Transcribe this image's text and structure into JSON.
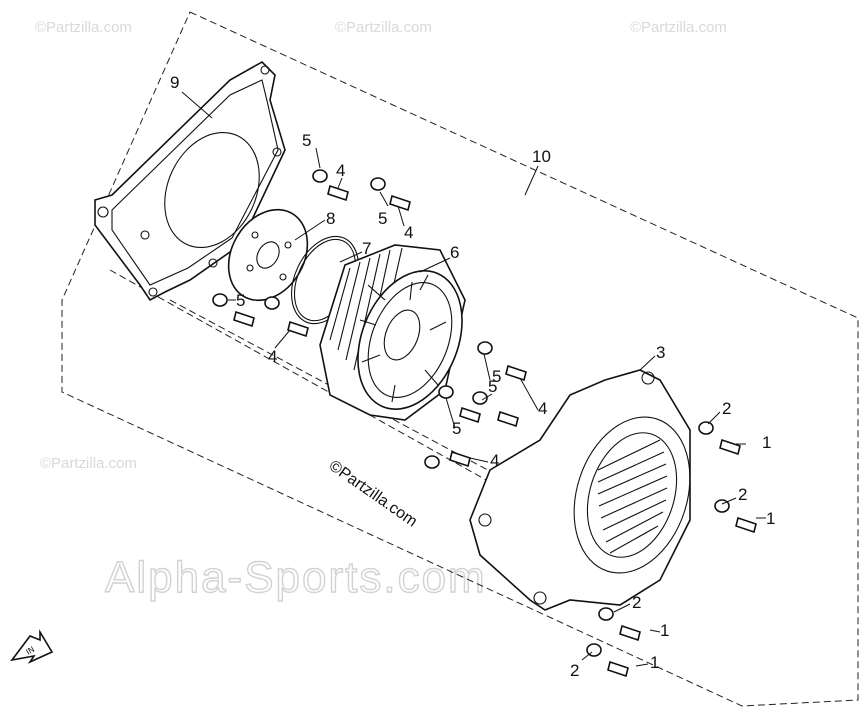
{
  "watermarks": {
    "partzilla_small": "©Partzilla.com",
    "partzilla_main": "©Partzilla.com",
    "alpha_sports": "Alpha-Sports.com"
  },
  "callouts": [
    {
      "id": "c9",
      "text": "9"
    },
    {
      "id": "c10",
      "text": "10"
    },
    {
      "id": "c5a",
      "text": "5"
    },
    {
      "id": "c4a",
      "text": "4"
    },
    {
      "id": "c5b",
      "text": "5"
    },
    {
      "id": "c4b",
      "text": "4"
    },
    {
      "id": "c8",
      "text": "8"
    },
    {
      "id": "c7",
      "text": "7"
    },
    {
      "id": "c6",
      "text": "6"
    },
    {
      "id": "c5c",
      "text": "5"
    },
    {
      "id": "c4c",
      "text": "4"
    },
    {
      "id": "c3",
      "text": "3"
    },
    {
      "id": "c5d",
      "text": "5"
    },
    {
      "id": "c5e",
      "text": "5"
    },
    {
      "id": "c4d",
      "text": "4"
    },
    {
      "id": "c5f",
      "text": "5"
    },
    {
      "id": "c4e",
      "text": "4"
    },
    {
      "id": "c2a",
      "text": "2"
    },
    {
      "id": "c1a",
      "text": "1"
    },
    {
      "id": "c2b",
      "text": "2"
    },
    {
      "id": "c1b",
      "text": "1"
    },
    {
      "id": "c2c",
      "text": "2"
    },
    {
      "id": "c1c",
      "text": "1"
    },
    {
      "id": "c2d",
      "text": "2"
    },
    {
      "id": "c1d",
      "text": "1"
    }
  ],
  "icons": {
    "orientation": "in-arrow-icon"
  }
}
